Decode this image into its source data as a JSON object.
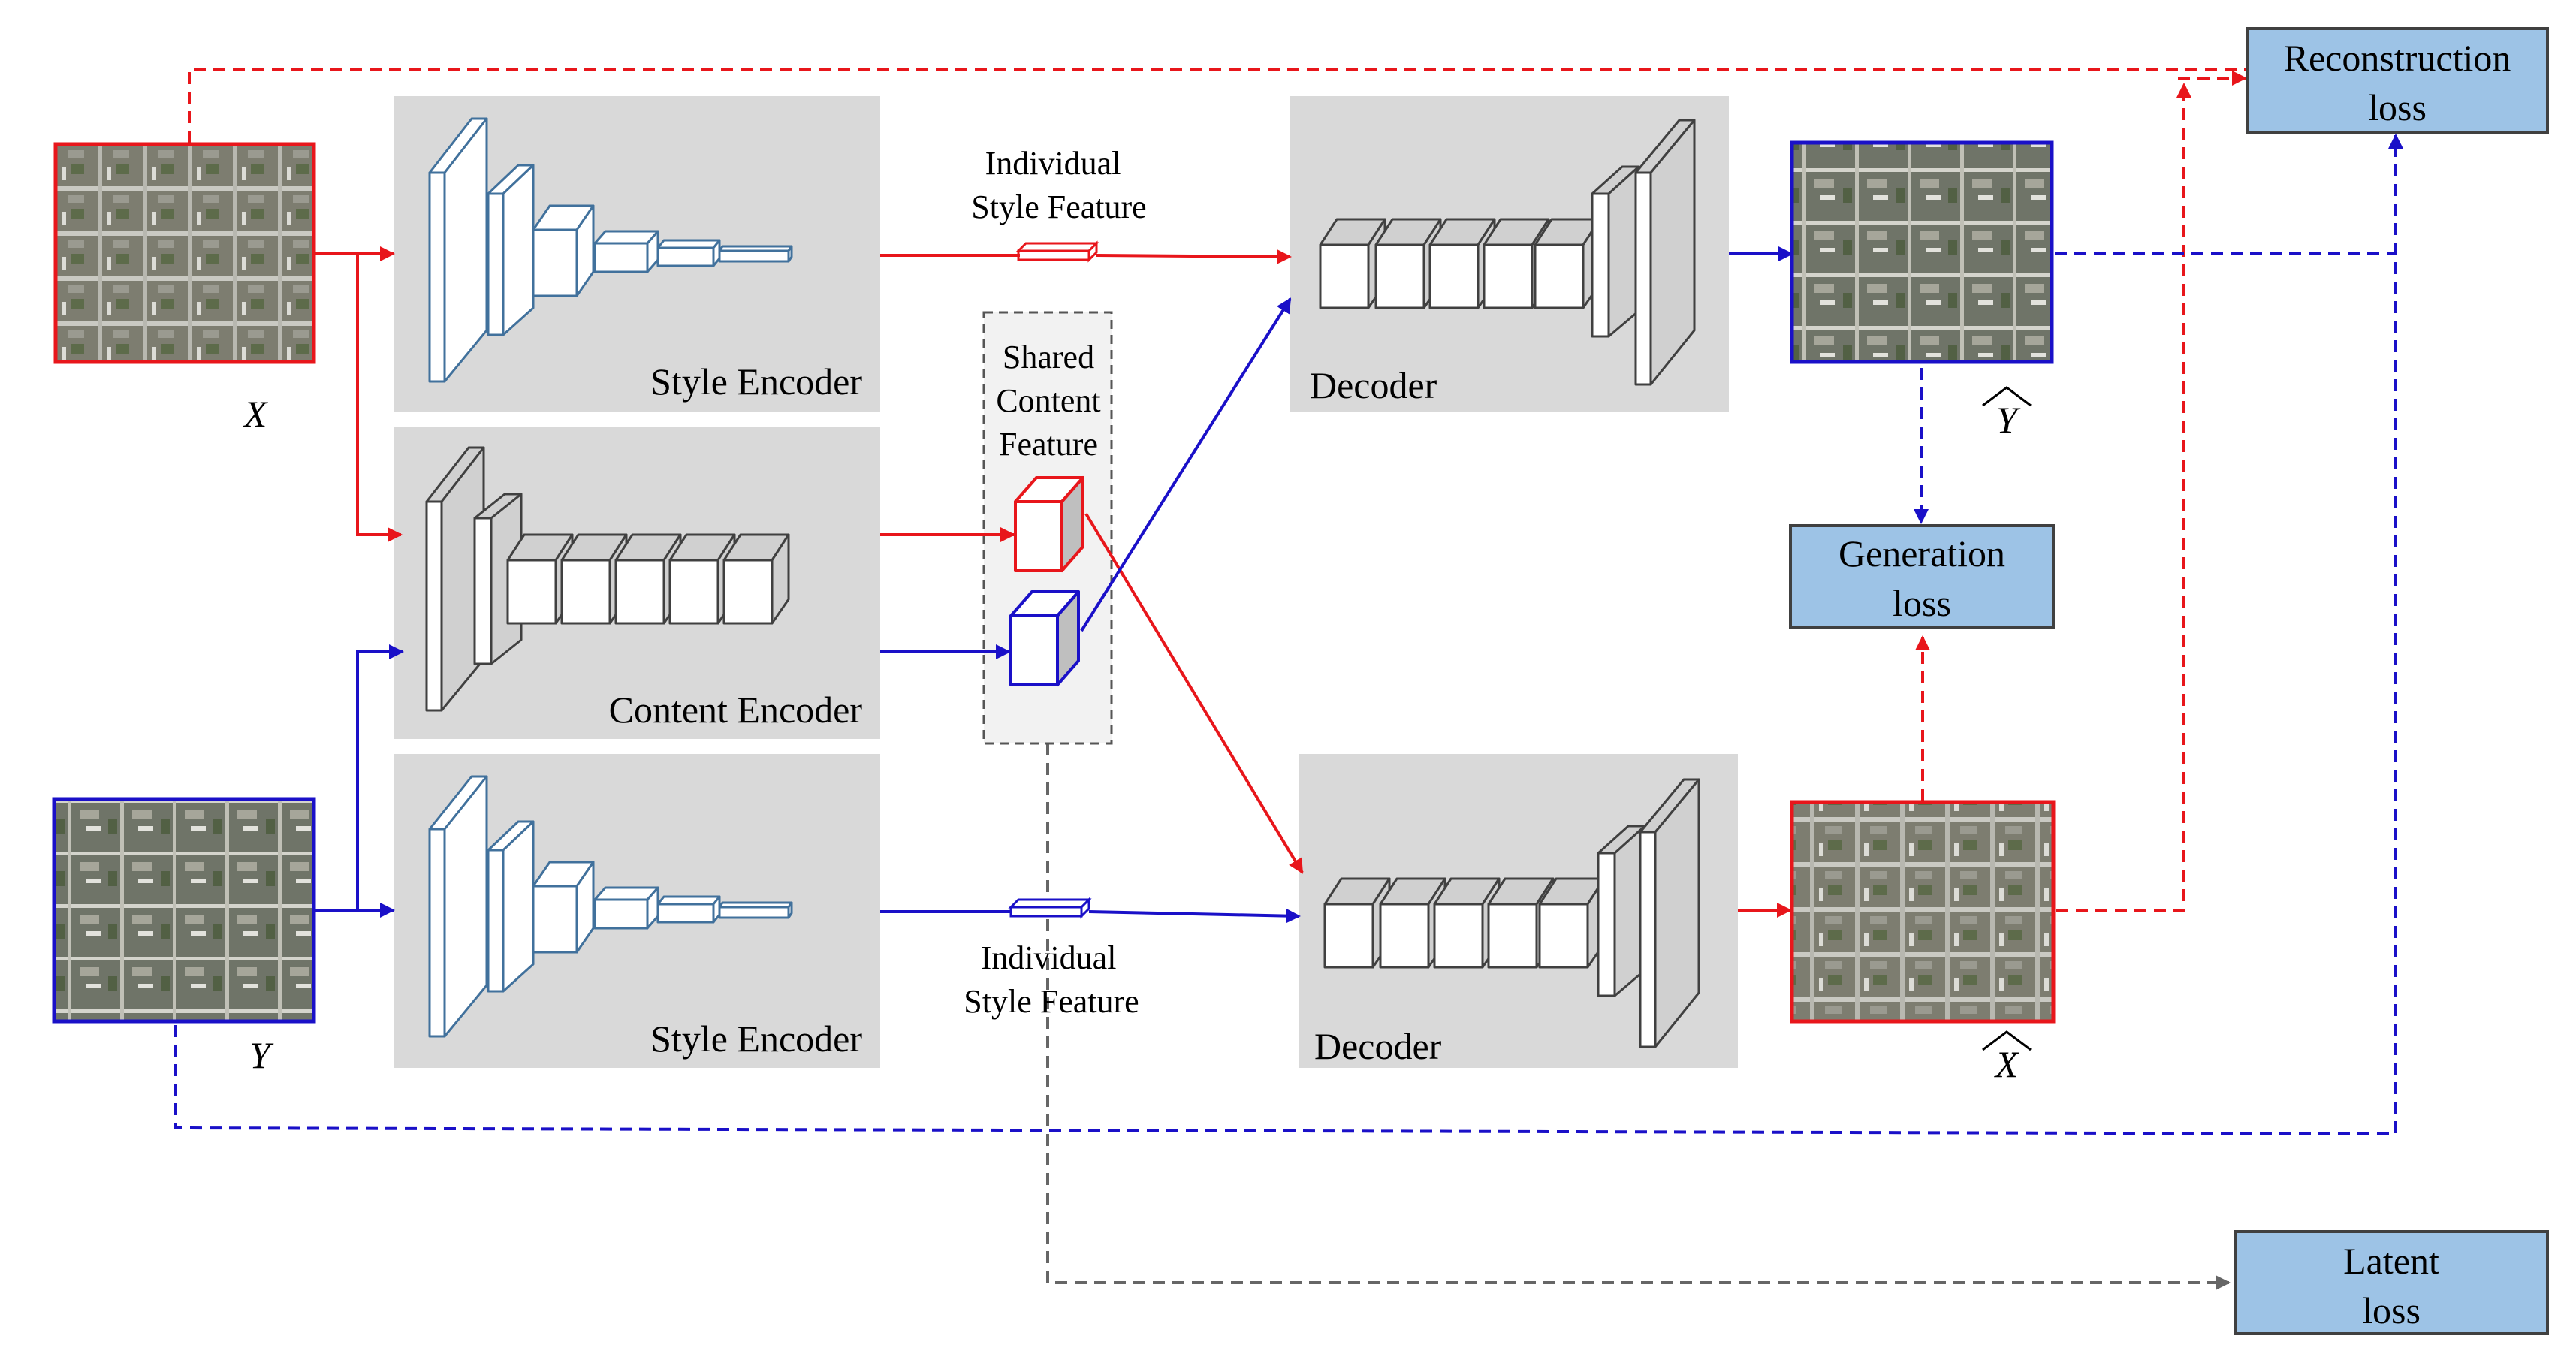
{
  "encoders": {
    "style_top": "Style Encoder",
    "content": "Content Encoder",
    "style_bottom": "Style Encoder"
  },
  "decoders": {
    "top": "Decoder",
    "bottom": "Decoder"
  },
  "features": {
    "individual_top": [
      "Individual",
      "Style Feature"
    ],
    "shared": [
      "Shared",
      "Content",
      "Feature"
    ],
    "individual_bottom": [
      "Individual",
      "Style Feature"
    ]
  },
  "images": {
    "x_label": "X",
    "y_label": "Y",
    "y_hat_label": "Y",
    "x_hat_label": "X"
  },
  "losses": {
    "reconstruction": [
      "Reconstruction",
      "loss"
    ],
    "generation": [
      "Generation",
      "loss"
    ],
    "latent": [
      "Latent",
      "loss"
    ]
  },
  "colors": {
    "red": "#e8161b",
    "blue": "#1a10c8",
    "gray": "#666666",
    "panel": "#d9d9d9",
    "loss_box": "#9dc3e6",
    "loss_border": "#404040",
    "encoder_line": "#41719c"
  }
}
